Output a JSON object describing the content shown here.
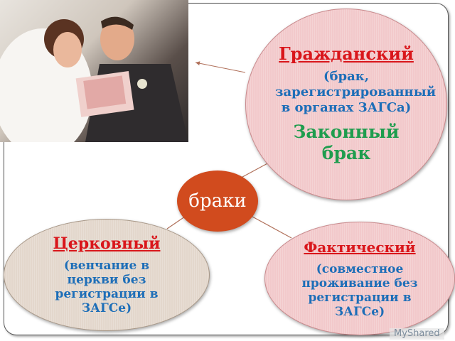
{
  "center": {
    "label": "браки"
  },
  "nodes": {
    "civil": {
      "title": "Гражданский",
      "description": "(брак, зарегистрированный в органах ЗАГСа)",
      "note": "Законный брак"
    },
    "church": {
      "title": "Церковный",
      "description": "(венчание в церкви без регистрации в ЗАГСе)"
    },
    "actual": {
      "title": "Фактический",
      "description": "(совместное проживание без регистрации в ЗАГСе)"
    }
  },
  "watermark": "MyShared",
  "colors": {
    "center": "#d14b1e",
    "title": "#d9161b",
    "description": "#1d6eb8",
    "note": "#1f9d4e",
    "pink_node": "#f2c9cb",
    "beige_node": "#e3d7cc"
  }
}
